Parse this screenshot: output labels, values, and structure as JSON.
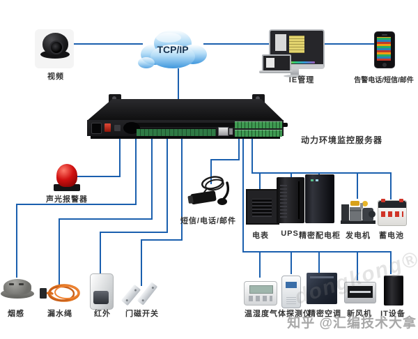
{
  "colors": {
    "line": "#1a5fae",
    "label": "#333333",
    "cloud_blue": "#3f97dd",
    "alarm_red": "#d01010"
  },
  "nodes": {
    "camera": {
      "label": "视频"
    },
    "cloud": {
      "label": "TCP/IP"
    },
    "computer": {
      "label": "IE管理"
    },
    "phone": {
      "label": "告警电话/短信/邮件"
    },
    "server": {
      "label": "动力环境监控服务器"
    },
    "alarm": {
      "label": "声光报警器"
    },
    "modem": {
      "label": "短信/电话/邮件"
    }
  },
  "sensor_row": [
    {
      "label": "烟感"
    },
    {
      "label": "漏水绳"
    },
    {
      "label": "红外"
    },
    {
      "label": "门磁开关"
    }
  ],
  "power_row": [
    {
      "label": "电表"
    },
    {
      "label": "UPS"
    },
    {
      "label": "精密配电柜"
    },
    {
      "label": "发电机"
    },
    {
      "label": "蓄电池"
    }
  ],
  "env_row": [
    {
      "label": "温湿度"
    },
    {
      "label": "气体探测仪"
    },
    {
      "label": "精密空调"
    },
    {
      "label": "新风机"
    },
    {
      "label": "IT设备"
    }
  ],
  "watermark": {
    "main": "知乎 @汇编技术大拿",
    "faint": "dongkong®"
  }
}
